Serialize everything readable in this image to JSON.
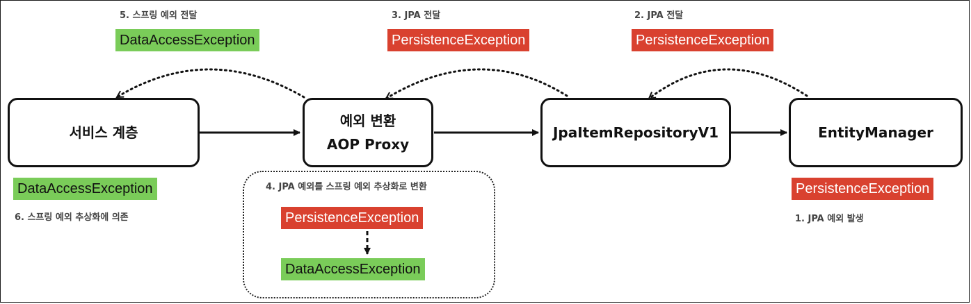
{
  "nodes": {
    "service": "서비스 계층",
    "proxy_line1": "예외 변환",
    "proxy_line2": "AOP Proxy",
    "repository": "JpaItemRepositoryV1",
    "entity_manager": "EntityManager"
  },
  "exceptions": {
    "data_access": "DataAccessException",
    "persistence": "PersistenceException"
  },
  "steps": {
    "step1": "1. JPA 예외 발생",
    "step2": "2. JPA 전달",
    "step3": "3. JPA 전달",
    "step4": "4. JPA 예외를 스프링 예외 추상화로 변환",
    "step5": "5. 스프링 예외 전달",
    "step6": "6. 스프링 예외 추상화에 의존"
  },
  "colors": {
    "spring_exception": "#7acc59",
    "jpa_exception": "#d9412f"
  }
}
